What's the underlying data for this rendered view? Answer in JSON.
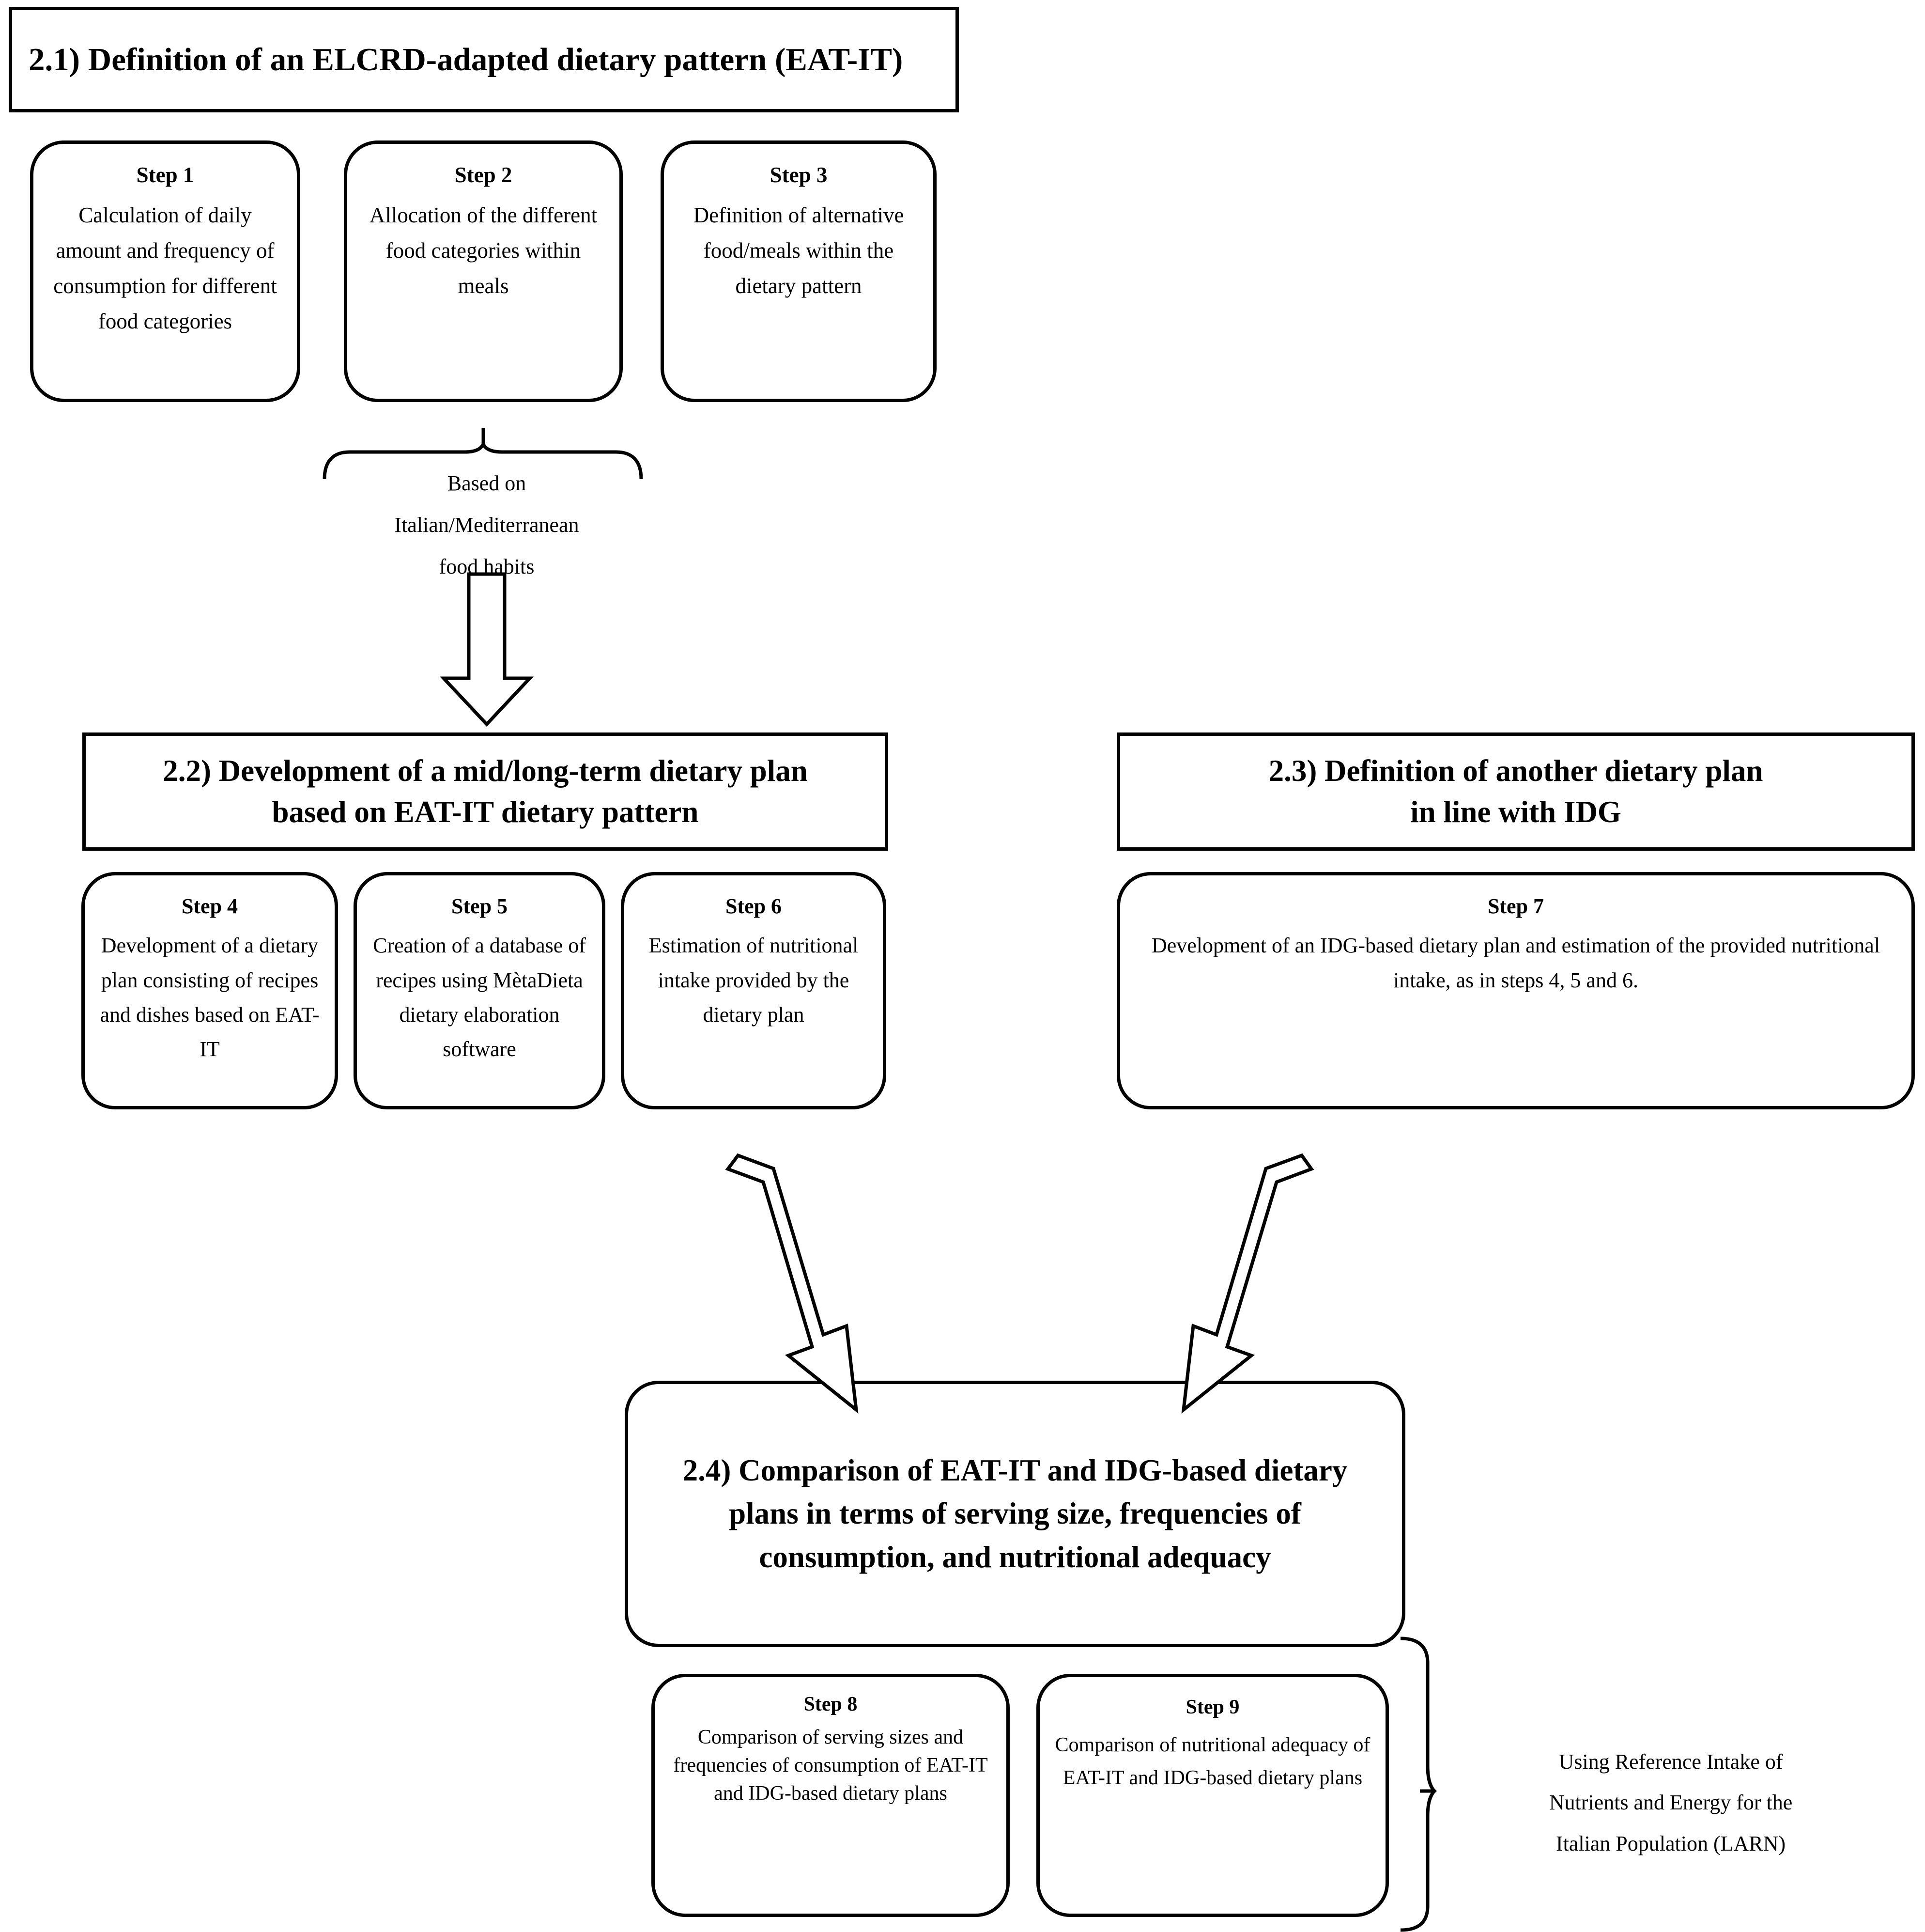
{
  "figure": {
    "type": "flowchart",
    "title_visible": false
  },
  "sections": {
    "s21": {
      "label": "2.1) Definition of an ELCRD-adapted dietary pattern (EAT-IT)"
    },
    "s22": {
      "line1": "2.2) Development of a mid/long-term dietary plan",
      "line2": "based on EAT-IT dietary pattern"
    },
    "s23": {
      "line1": "2.3) Definition of another dietary plan",
      "line2": "in line with IDG"
    },
    "s24": {
      "line1": "2.4) Comparison of EAT-IT and IDG-based dietary",
      "line2": "plans in terms of serving size, frequencies of",
      "line3": "consumption, and nutritional adequacy"
    }
  },
  "steps": {
    "step1": {
      "title": "Step 1",
      "body": "Calculation of daily amount and frequency of consumption for different food categories"
    },
    "step2": {
      "title": "Step 2",
      "body": "Allocation of the different food categories within meals"
    },
    "step3": {
      "title": "Step 3",
      "body": "Definition of alternative food/meals within the dietary pattern"
    },
    "step4": {
      "title": "Step 4",
      "body": "Development of a dietary plan consisting of recipes and dishes based on EAT-IT"
    },
    "step5": {
      "title": "Step 5",
      "body": "Creation of a database of recipes  using MètaDieta dietary elaboration software"
    },
    "step6": {
      "title": "Step 6",
      "body": "Estimation of nutritional intake provided by the dietary plan"
    },
    "step7": {
      "title": "Step 7",
      "body": "Development of an IDG-based dietary plan  and estimation of the provided nutritional intake, as in steps 4, 5 and 6."
    },
    "step8": {
      "title": "Step 8",
      "body": "Comparison of serving sizes and frequencies of consumption of EAT-IT and IDG-based dietary plans"
    },
    "step9": {
      "title": "Step 9",
      "body": "Comparison of nutritional adequacy of EAT-IT and IDG-based dietary plans"
    }
  },
  "annotations": {
    "based_on": {
      "line1": "Based on",
      "line2": "Italian/Mediterranean",
      "line3": "food habits"
    },
    "larn": {
      "line1": "Using Reference Intake of",
      "line2": "Nutrients and Energy for the",
      "line3": "Italian Population (LARN)"
    }
  },
  "connectors": [
    {
      "name": "brace-under-step2",
      "kind": "curly-brace-down"
    },
    {
      "name": "arrow-to-section-22",
      "kind": "block-arrow-down"
    },
    {
      "name": "arrow-step6-to-section-24",
      "kind": "block-arrow-diagonal-right-down"
    },
    {
      "name": "arrow-step7-to-section-24",
      "kind": "block-arrow-diagonal-left-down"
    },
    {
      "name": "brace-right-of-steps-8-9",
      "kind": "curly-brace-right"
    }
  ],
  "colors": {
    "stroke": "#000000",
    "background": "#ffffff",
    "text": "#000000"
  }
}
